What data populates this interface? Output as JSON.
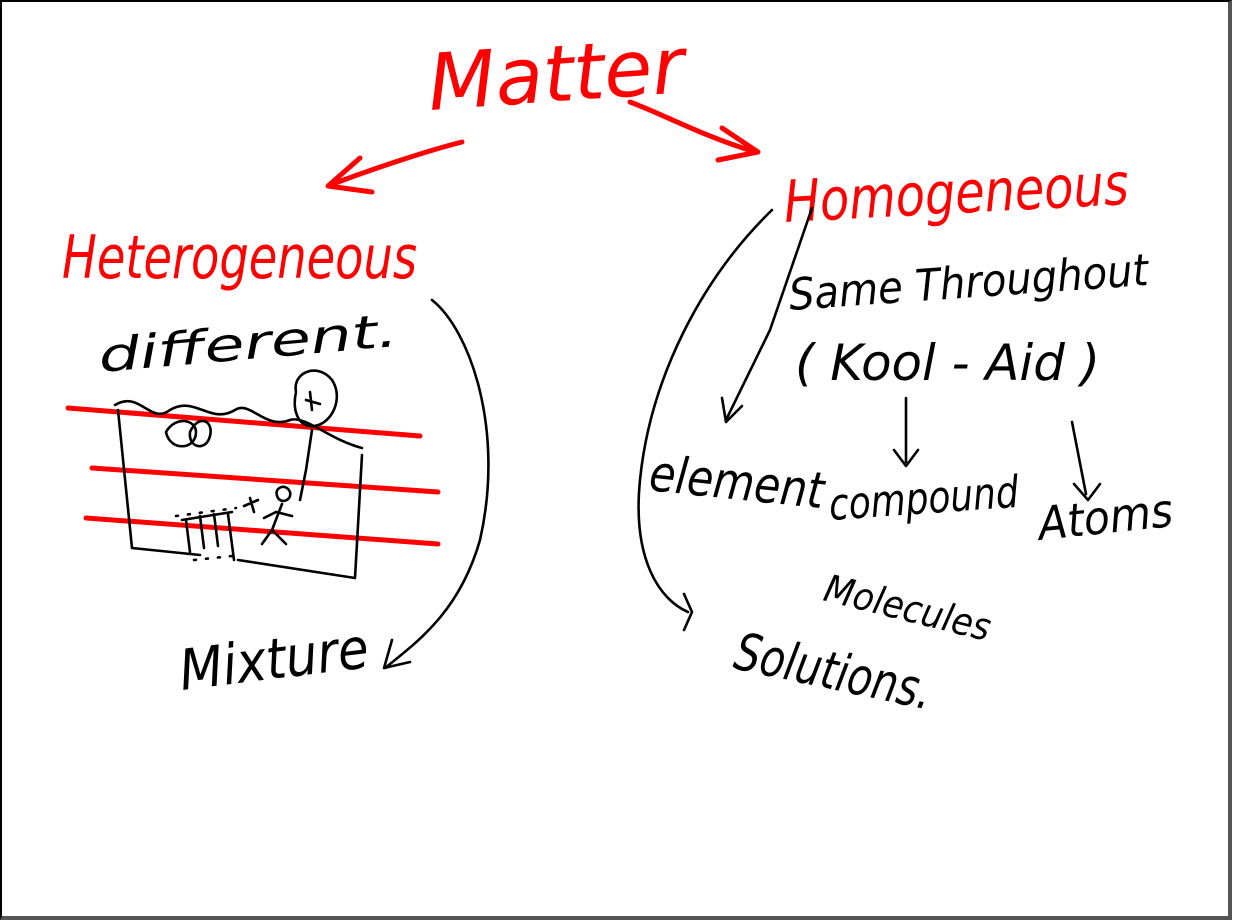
{
  "colors": {
    "ink_black": "#000000",
    "ink_red": "#ff0000",
    "background": "#ffffff"
  },
  "notes": {
    "matter": "Matter",
    "heterogeneous": "Heterogeneous",
    "different": "different.",
    "mixture": "Mixture",
    "homogeneous": "Homogeneous",
    "same_throughout": "Same Throughout",
    "example": "( Kool - Aid )",
    "element": "element",
    "compound": "compound",
    "molecules": "Molecules",
    "atoms": "Atoms",
    "solutions": "Solutions."
  },
  "sketch": {
    "icons": [
      "oil-drops-sketch",
      "stick-figure-sketch",
      "building-sketch"
    ]
  }
}
